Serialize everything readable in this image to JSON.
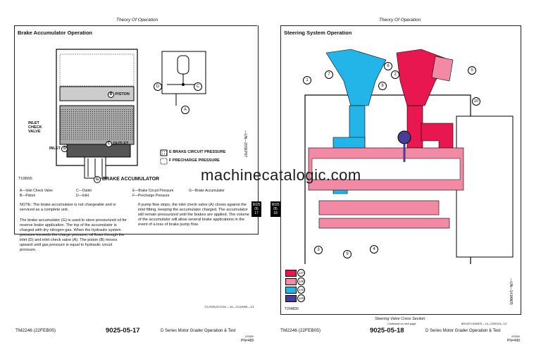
{
  "left_page": {
    "header": "Theory Of Operation",
    "section_title": "Brake Accumulator Operation",
    "diagram_labels": {
      "piston": "PISTON",
      "inlet_check_valve": "INLET\nCHECK\nVALVE",
      "outlet": "OUTLET",
      "inlet": "INLET",
      "callout_b": "B",
      "callout_a": "A",
      "callout_c": "C",
      "callout_d": "D",
      "callout_e": "E",
      "callout_f": "F",
      "callout_g": "G",
      "brake_circuit_pressure": "BRAKE CIRCUIT PRESSURE",
      "precharge_pressure": "PRECHARGE PRESSURE",
      "brake_accumulator": "BRAKE ACCUMULATOR",
      "figure_id": "T109595",
      "figure_code": "—UN—20SEP97"
    },
    "legend": {
      "a": "A—Inlet Check Valve",
      "b": "B—Piston",
      "c": "C—Outlet",
      "d": "D—Inlet",
      "e": "E—Brake Circuit Pressure",
      "f": "F—Precharge Pressure",
      "g": "G—Brake Accumulator"
    },
    "note": "NOTE:  The brake accumulator is not chargeable and is serviced as a complete unit.",
    "para1": "The brake accumulator (G) is used to store pressurized oil for reserve brake application. The top of the accumulator is charged with dry nitrogen gas. When the hydraulic system pressure exceeds the charge pressure, oil flows through the inlet (D) and inlet check valve (A). The piston (B) moves upward until gas pressure is equal to hydraulic circuit pressure.",
    "para2": "If pump flow stops, the inlet check valve (A) closes against the inlet fitting, keeping the accumulator charged. The accumulator will remain pressurized until the brakes are applied. The volume of the accumulator will allow several brake applications in the event of a loss of brake pump flow.",
    "tab_lines": [
      "9025",
      "05",
      "17"
    ],
    "small_code": "TX,9025,DC2154  —19—21JUN99—1/1",
    "footer_left": "TM2246 (22FEB05)",
    "footer_center": "9025-05-17",
    "footer_right": "D Series Motor Grader Operation & Test",
    "footer_sub1": "022605",
    "footer_sub2": "PN=489"
  },
  "right_page": {
    "header": "Theory Of Operation",
    "section_title": "Steering System Operation",
    "callouts": [
      "1",
      "2",
      "3",
      "4",
      "5",
      "6",
      "7",
      "8",
      "9",
      "10"
    ],
    "legend_codes": [
      "137",
      "138",
      "140",
      "148"
    ],
    "figure_id": "T204830",
    "figure_code": "—UN—14JAN05",
    "caption": "Steering Valve Cross Section",
    "continued": "Continued on next page",
    "small_code": "BR13972,0000875  —19—22DEC04—1/2",
    "tab_lines": [
      "9025",
      "05",
      "18"
    ],
    "footer_left": "TM2246 (22FEB05)",
    "footer_center": "9025-05-18",
    "footer_right": "D Series Motor Grader Operation & Test",
    "footer_sub1": "022605",
    "footer_sub2": "PN=490"
  },
  "watermark": "machinecatalogic.com",
  "colors": {
    "red": "#e8174f",
    "pink": "#f28aa5",
    "cyan": "#23b5e8",
    "purple": "#4a3d99"
  }
}
